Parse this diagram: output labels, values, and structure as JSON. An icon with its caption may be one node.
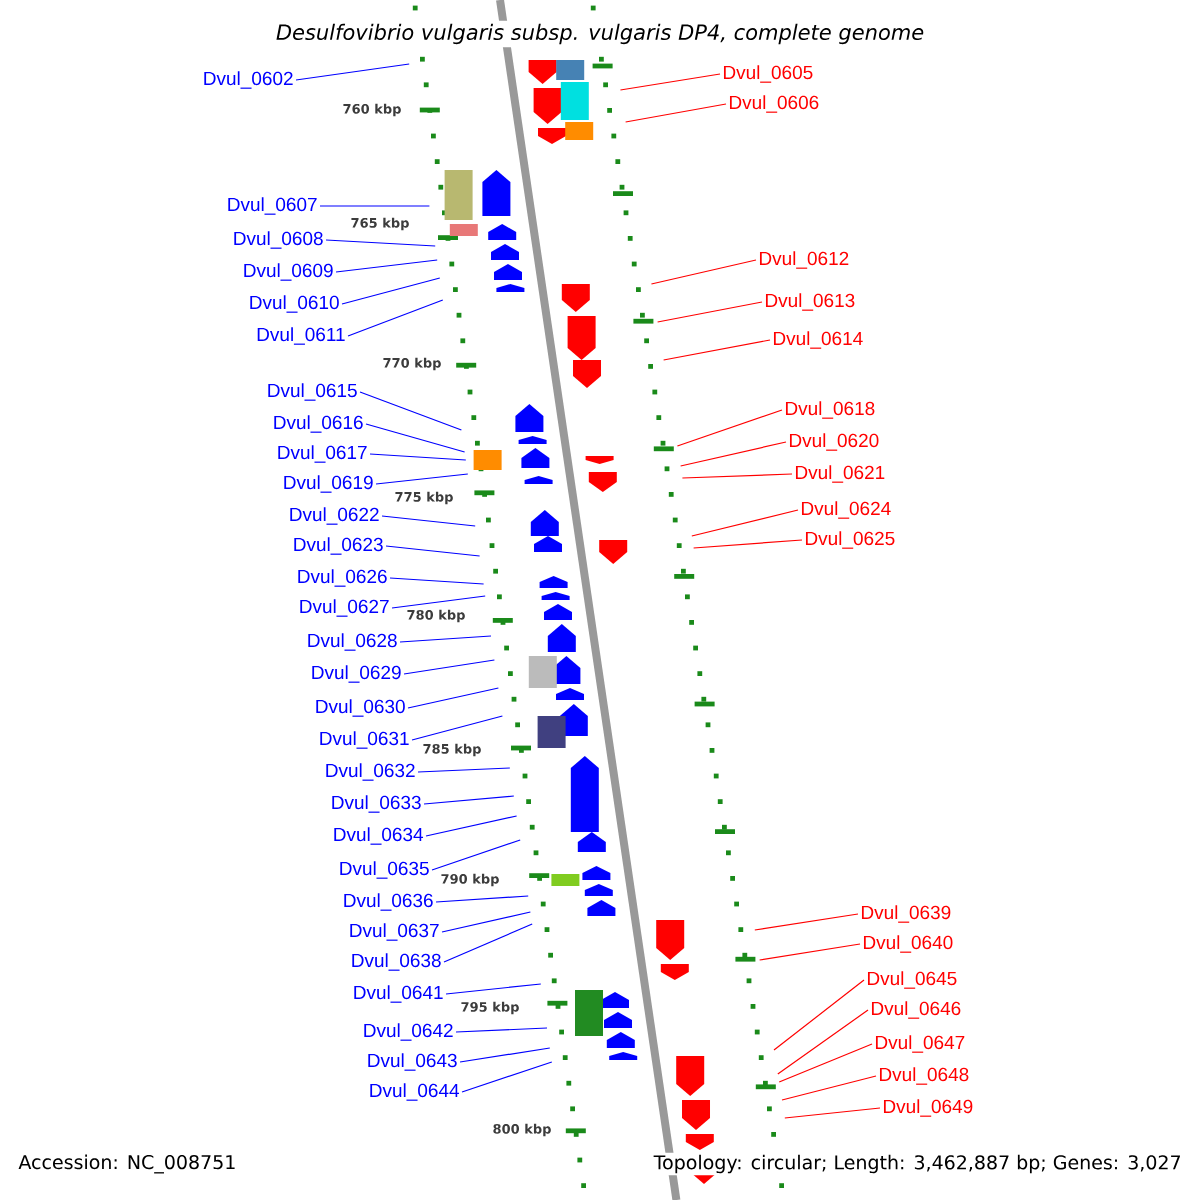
{
  "diagram": {
    "title": "Desulfovibrio vulgaris subsp. vulgaris DP4, complete genome",
    "nodes": [
      {
        "text": [
          "Dvul_0602"
        ]
      },
      {
        "text": [
          "Dvul_0607"
        ]
      },
      {
        "text": [
          "Dvul_0608"
        ]
      },
      {
        "text": [
          "Dvul_0609"
        ]
      },
      {
        "text": [
          "Dvul_0610"
        ]
      },
      {
        "text": [
          "Dvul_0611"
        ]
      },
      {
        "text": [
          "Dvul_0615"
        ]
      },
      {
        "text": [
          "Dvul_0616"
        ]
      },
      {
        "text": [
          "Dvul_0617"
        ]
      },
      {
        "text": [
          "Dvul_0619"
        ]
      },
      {
        "text": [
          "Dvul_0622"
        ]
      },
      {
        "text": [
          "Dvul_0623"
        ]
      },
      {
        "text": [
          "Dvul_0626"
        ]
      },
      {
        "text": [
          "Dvul_0627"
        ]
      },
      {
        "text": [
          "Dvul_0628"
        ]
      },
      {
        "text": [
          "Dvul_0629"
        ]
      },
      {
        "text": [
          "Dvul_0630"
        ]
      },
      {
        "text": [
          "Dvul_0631"
        ]
      },
      {
        "text": [
          "Dvul_0632"
        ]
      },
      {
        "text": [
          "Dvul_0633"
        ]
      },
      {
        "text": [
          "Dvul_0634"
        ]
      },
      {
        "text": [
          "Dvul_0635"
        ]
      },
      {
        "text": [
          "Dvul_0636"
        ]
      },
      {
        "text": [
          "Dvul_0637"
        ]
      },
      {
        "text": [
          "Dvul_0638"
        ]
      },
      {
        "text": [
          "Dvul_0641"
        ]
      },
      {
        "text": [
          "Dvul_0642"
        ]
      },
      {
        "text": [
          "Dvul_0643"
        ]
      },
      {
        "text": [
          "Dvul_0644"
        ]
      },
      {
        "text": [
          "Dvul_0605"
        ]
      },
      {
        "text": [
          "Dvul_0606"
        ]
      },
      {
        "text": [
          "Dvul_0612"
        ]
      },
      {
        "text": [
          "Dvul_0613"
        ]
      },
      {
        "text": [
          "Dvul_0614"
        ]
      },
      {
        "text": [
          "Dvul_0618"
        ]
      },
      {
        "text": [
          "Dvul_0620"
        ]
      },
      {
        "text": [
          "Dvul_0621"
        ]
      },
      {
        "text": [
          "Dvul_0624"
        ]
      },
      {
        "text": [
          "Dvul_0625"
        ]
      },
      {
        "text": [
          "Dvul_0639"
        ]
      },
      {
        "text": [
          "Dvul_0640"
        ]
      },
      {
        "text": [
          "Dvul_0645"
        ]
      },
      {
        "text": [
          "Dvul_0646"
        ]
      },
      {
        "text": [
          "Dvul_0647"
        ]
      },
      {
        "text": [
          "Dvul_0648"
        ]
      },
      {
        "text": [
          "Dvul_0649"
        ]
      }
    ],
    "edges": [
      {
        "from": 0,
        "to": null,
        "arrow": "none"
      },
      {
        "from": 1,
        "to": null,
        "arrow": "none"
      },
      {
        "from": 2,
        "to": null,
        "arrow": "none"
      },
      {
        "from": 3,
        "to": null,
        "arrow": "none"
      },
      {
        "from": 4,
        "to": null,
        "arrow": "none"
      },
      {
        "from": 5,
        "to": null,
        "arrow": "none"
      },
      {
        "from": 6,
        "to": null,
        "arrow": "none"
      },
      {
        "from": 7,
        "to": null,
        "arrow": "none"
      },
      {
        "from": 8,
        "to": null,
        "arrow": "none"
      },
      {
        "from": 9,
        "to": null,
        "arrow": "none"
      },
      {
        "from": 10,
        "to": null,
        "arrow": "none"
      },
      {
        "from": 11,
        "to": null,
        "arrow": "none"
      },
      {
        "from": 12,
        "to": null,
        "arrow": "none"
      },
      {
        "from": 13,
        "to": null,
        "arrow": "none"
      },
      {
        "from": 14,
        "to": null,
        "arrow": "none"
      },
      {
        "from": 15,
        "to": null,
        "arrow": "none"
      },
      {
        "from": 16,
        "to": null,
        "arrow": "none"
      },
      {
        "from": 17,
        "to": null,
        "arrow": "none"
      },
      {
        "from": 18,
        "to": null,
        "arrow": "none"
      },
      {
        "from": 19,
        "to": null,
        "arrow": "none"
      },
      {
        "from": 20,
        "to": null,
        "arrow": "none"
      },
      {
        "from": 21,
        "to": null,
        "arrow": "none"
      },
      {
        "from": 22,
        "to": null,
        "arrow": "none"
      },
      {
        "from": 23,
        "to": null,
        "arrow": "none"
      },
      {
        "from": 24,
        "to": null,
        "arrow": "none"
      },
      {
        "from": 25,
        "to": null,
        "arrow": "none"
      },
      {
        "from": 26,
        "to": null,
        "arrow": "none"
      },
      {
        "from": 27,
        "to": null,
        "arrow": "none"
      },
      {
        "from": 28,
        "to": null,
        "arrow": "none"
      },
      {
        "from": 29,
        "to": null,
        "arrow": "none",
        "color": "#ff0000"
      },
      {
        "from": 30,
        "to": null,
        "arrow": "none",
        "color": "#ff0000"
      },
      {
        "from": 31,
        "to": null,
        "arrow": "none",
        "color": "#ff0000"
      },
      {
        "from": 32,
        "to": null,
        "arrow": "none",
        "color": "#ff0000"
      },
      {
        "from": 33,
        "to": null,
        "arrow": "none",
        "color": "#ff0000"
      },
      {
        "from": 34,
        "to": null,
        "arrow": "none",
        "color": "#ff0000"
      },
      {
        "from": 35,
        "to": null,
        "arrow": "none",
        "color": "#ff0000"
      },
      {
        "from": 36,
        "to": null,
        "arrow": "none",
        "color": "#ff0000"
      },
      {
        "from": 37,
        "to": null,
        "arrow": "none",
        "color": "#ff0000"
      },
      {
        "from": 38,
        "to": null,
        "arrow": "none",
        "color": "#ff0000"
      },
      {
        "from": 39,
        "to": null,
        "arrow": "none",
        "color": "#ff0000"
      },
      {
        "from": 40,
        "to": null,
        "arrow": "none",
        "color": "#ff0000"
      },
      {
        "from": 41,
        "to": null,
        "arrow": "none",
        "color": "#ff0000"
      },
      {
        "from": 42,
        "to": null,
        "arrow": "none",
        "color": "#ff0000"
      },
      {
        "from": 43,
        "to": null,
        "arrow": "none",
        "color": "#ff0000"
      },
      {
        "from": 44,
        "to": null,
        "arrow": "none",
        "color": "#ff0000"
      },
      {
        "from": 45,
        "to": null,
        "arrow": "none",
        "color": "#ff0000"
      }
    ],
    "labels": [
      "760 kbp",
      "765 kbp",
      "770 kbp",
      "775 kbp",
      "780 kbp",
      "785 kbp",
      "790 kbp",
      "795 kbp",
      "800 kbp",
      "Accession: NC_008751",
      "Topology: circular; Length: 3,462,887 bp; Genes: 3,027"
    ]
  }
}
